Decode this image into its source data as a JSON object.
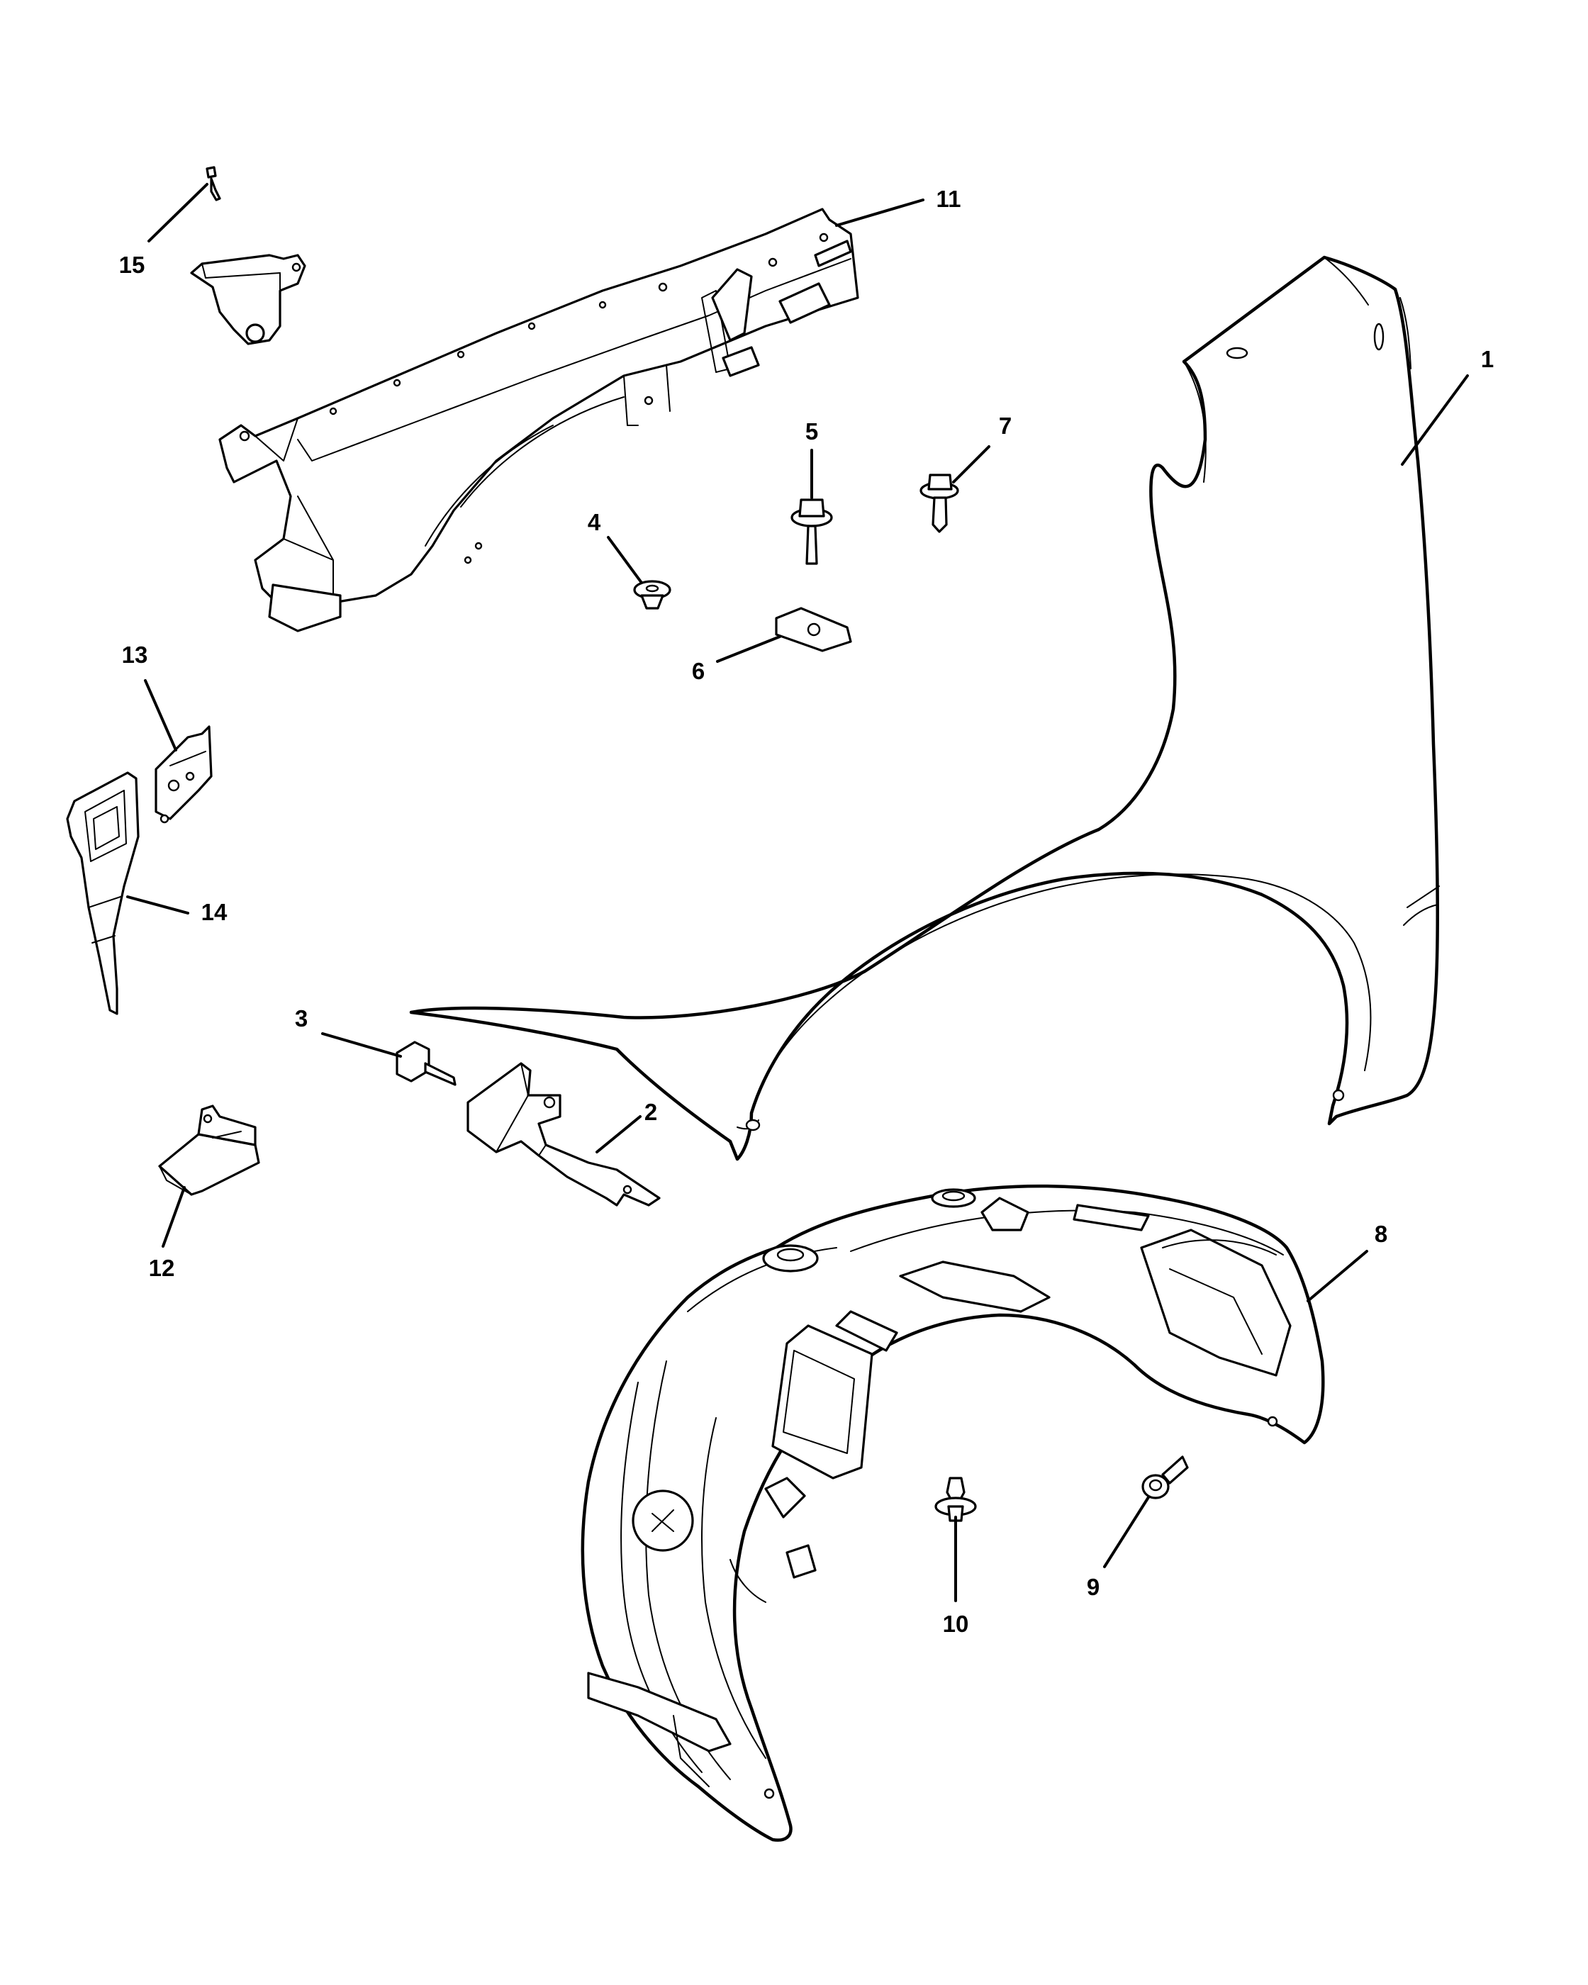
{
  "diagram": {
    "type": "exploded parts diagram",
    "line_color": "#000000",
    "background": "#ffffff",
    "callouts": [
      {
        "id": "c1",
        "label": "1"
      },
      {
        "id": "c2",
        "label": "2"
      },
      {
        "id": "c3",
        "label": "3"
      },
      {
        "id": "c4",
        "label": "4"
      },
      {
        "id": "c5",
        "label": "5"
      },
      {
        "id": "c6",
        "label": "6"
      },
      {
        "id": "c7",
        "label": "7"
      },
      {
        "id": "c8",
        "label": "8"
      },
      {
        "id": "c9",
        "label": "9"
      },
      {
        "id": "c10",
        "label": "10"
      },
      {
        "id": "c11",
        "label": "11"
      },
      {
        "id": "c12",
        "label": "12"
      },
      {
        "id": "c13",
        "label": "13"
      },
      {
        "id": "c14",
        "label": "14"
      },
      {
        "id": "c15",
        "label": "15"
      }
    ]
  }
}
